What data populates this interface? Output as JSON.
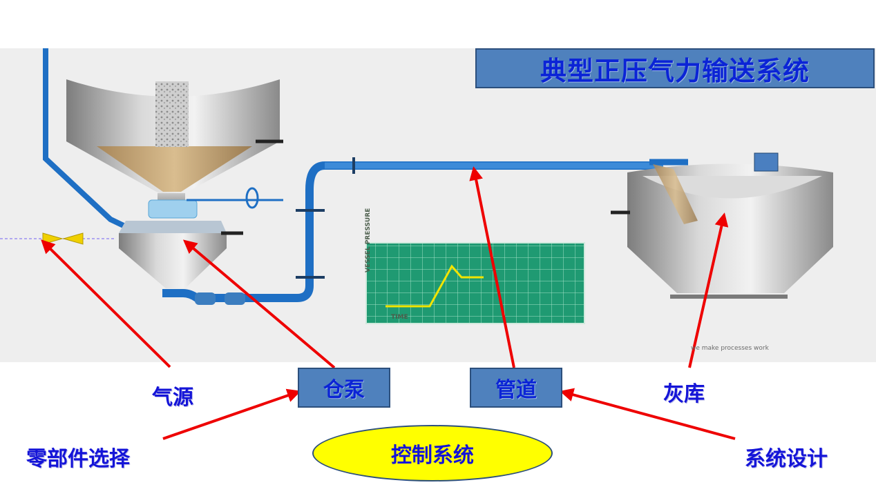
{
  "title": "典型正压气力输送系统",
  "labels": {
    "air_source": "气源",
    "pump": "仓泵",
    "pipeline": "管道",
    "silo": "灰库",
    "components": "零部件选择",
    "control": "控制系统",
    "system_design": "系统设计"
  },
  "chart_inset": {
    "ylabel": "VESSEL PRESSURE",
    "xlabel": "TIME"
  },
  "watermark": "we make processes work",
  "colors": {
    "title_box": "#4f81bd",
    "label_text": "#1414d8",
    "arrow": "#ee0000",
    "pipe": "#1e6fc4",
    "ellipse": "#ffff00",
    "grid_bg": "#1f9a72"
  }
}
